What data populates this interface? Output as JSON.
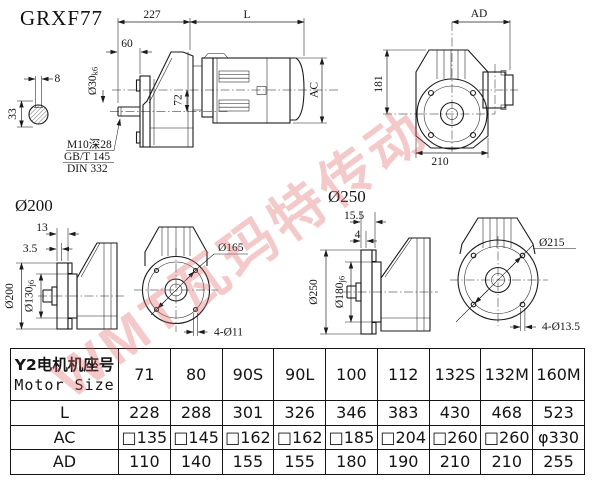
{
  "title": "GRXF77",
  "watermark_text": "WMT瓦玛特传动",
  "drawings": {
    "shaft_section": {
      "key_width": "8",
      "shaft_height": "33",
      "tap_note": "M10深28",
      "standard_1": "GB/T 145",
      "standard_2": "DIN 332"
    },
    "side_view": {
      "dim_gearbox_length": "227",
      "dim_motor_length": "L",
      "dim_shaft_length": "60",
      "shaft_dia_main": "Ø30",
      "shaft_dia_tol": "k6",
      "dim_axis_offset": "72",
      "dim_motor_width": "AC"
    },
    "front_view": {
      "dim_top_width": "AD",
      "dim_height": "181",
      "dim_width": "210"
    },
    "flange_200": {
      "title": "Ø200",
      "dim_flange_thickness": "13",
      "dim_spigot_depth": "3.5",
      "flange_dia": "Ø200",
      "spigot_dia_main": "Ø130",
      "spigot_dia_tol": "j6",
      "bolt_circle_dia": "Ø165",
      "bolt_holes": "4-Ø11"
    },
    "flange_250": {
      "title": "Ø250",
      "dim_flange_thickness": "15.5",
      "dim_spigot_depth": "4",
      "flange_dia": "Ø250",
      "spigot_dia_main": "Ø180",
      "spigot_dia_tol": "j6",
      "bolt_circle_dia": "Ø215",
      "bolt_holes": "4-Ø13.5"
    }
  },
  "table": {
    "header_line1": "Y2电机机座号",
    "header_line2": "Motor Size",
    "sizes": [
      "71",
      "80",
      "90S",
      "90L",
      "100",
      "112",
      "132S",
      "132M",
      "160M"
    ],
    "rows": [
      {
        "label": "L",
        "values": [
          "228",
          "288",
          "301",
          "326",
          "346",
          "383",
          "430",
          "468",
          "523"
        ]
      },
      {
        "label": "AC",
        "values": [
          "□135",
          "□145",
          "□162",
          "□162",
          "□185",
          "□204",
          "□260",
          "□260",
          "φ330"
        ]
      },
      {
        "label": "AD",
        "values": [
          "110",
          "140",
          "155",
          "155",
          "180",
          "190",
          "210",
          "210",
          "255"
        ]
      }
    ]
  }
}
